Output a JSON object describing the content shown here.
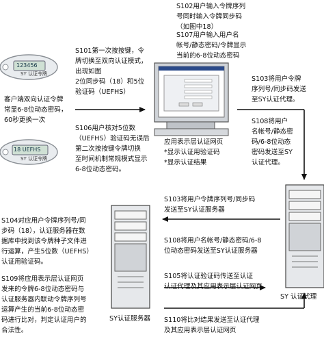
{
  "steps": {
    "s101": [
      "S101第一次按按键，令",
      "牌切换至双向认证模式，",
      "出现如图",
      "2位同步码（18）和5位",
      "验证码（UEFHS）"
    ],
    "s102": [
      "S102用户输入令牌序列",
      "号同时输入令牌同步码",
      "（如图中18）"
    ],
    "s107": [
      "S107用户输入用户名",
      "帐号/静态密码/令牌显示",
      "当前的6-8位动态密码"
    ],
    "s103a": [
      "S103将用户令牌",
      "序列号/同步码发送",
      "至SY认证代理。"
    ],
    "s108a": [
      "S108将用户",
      "名帐号/静态密",
      "码/6-8位动态",
      "密码发送至SY",
      "认证代理。"
    ],
    "s106": [
      "S106用户核对5位数",
      "（UEFHS）验证码无误后",
      "第二次按按键令牌切换",
      "至时间机制常规模式显示",
      "6-8位动态密码。"
    ],
    "s103b": [
      "S103将用户令牌序列号/同步码",
      "发送至SY认证服务器"
    ],
    "s108b": [
      "S108将用户名帐号/静态密码/6-8",
      "位动态密码发送至SY认证服务器"
    ],
    "s105": [
      "S105将认证验证码传送至认证",
      "认证代理及其应用表示层认证网页"
    ],
    "s110": [
      "S110将比对结果发送至认证代理",
      "及其应用表示层认证网页"
    ],
    "s104": [
      "S104对应用户令牌序列号/同",
      "步码（18），认证服务器在数",
      "据库中找到该令牌种子文件进",
      "行运算，产生5位数（UEFHS）",
      "认证用验证码。"
    ],
    "s109": [
      "S109将应用表示层认证网页",
      "发来的令牌6-8位动态密码与",
      "认证服务器内联动令牌序列号",
      "运算产生的当前6-8位动态密",
      "码进行比对，判定认证用户的",
      "合法性。"
    ]
  },
  "client": [
    "客户端双向认证令牌",
    "常显6-8位动态密码，",
    "60秒更换一次"
  ],
  "token_top": {
    "brand": "SY 认证令牌",
    "display": "123456"
  },
  "token_bottom": {
    "brand": "SY 认证令牌",
    "display": "18 UEFHS"
  },
  "webpage": {
    "caption": "应用表示层认证网页",
    "bullets": [
      "*显示认证用验证码",
      "*显示认证结果"
    ]
  },
  "auth_server": {
    "label": "SY认证服务器"
  },
  "auth_proxy": {
    "label": "SY 认证代理"
  }
}
